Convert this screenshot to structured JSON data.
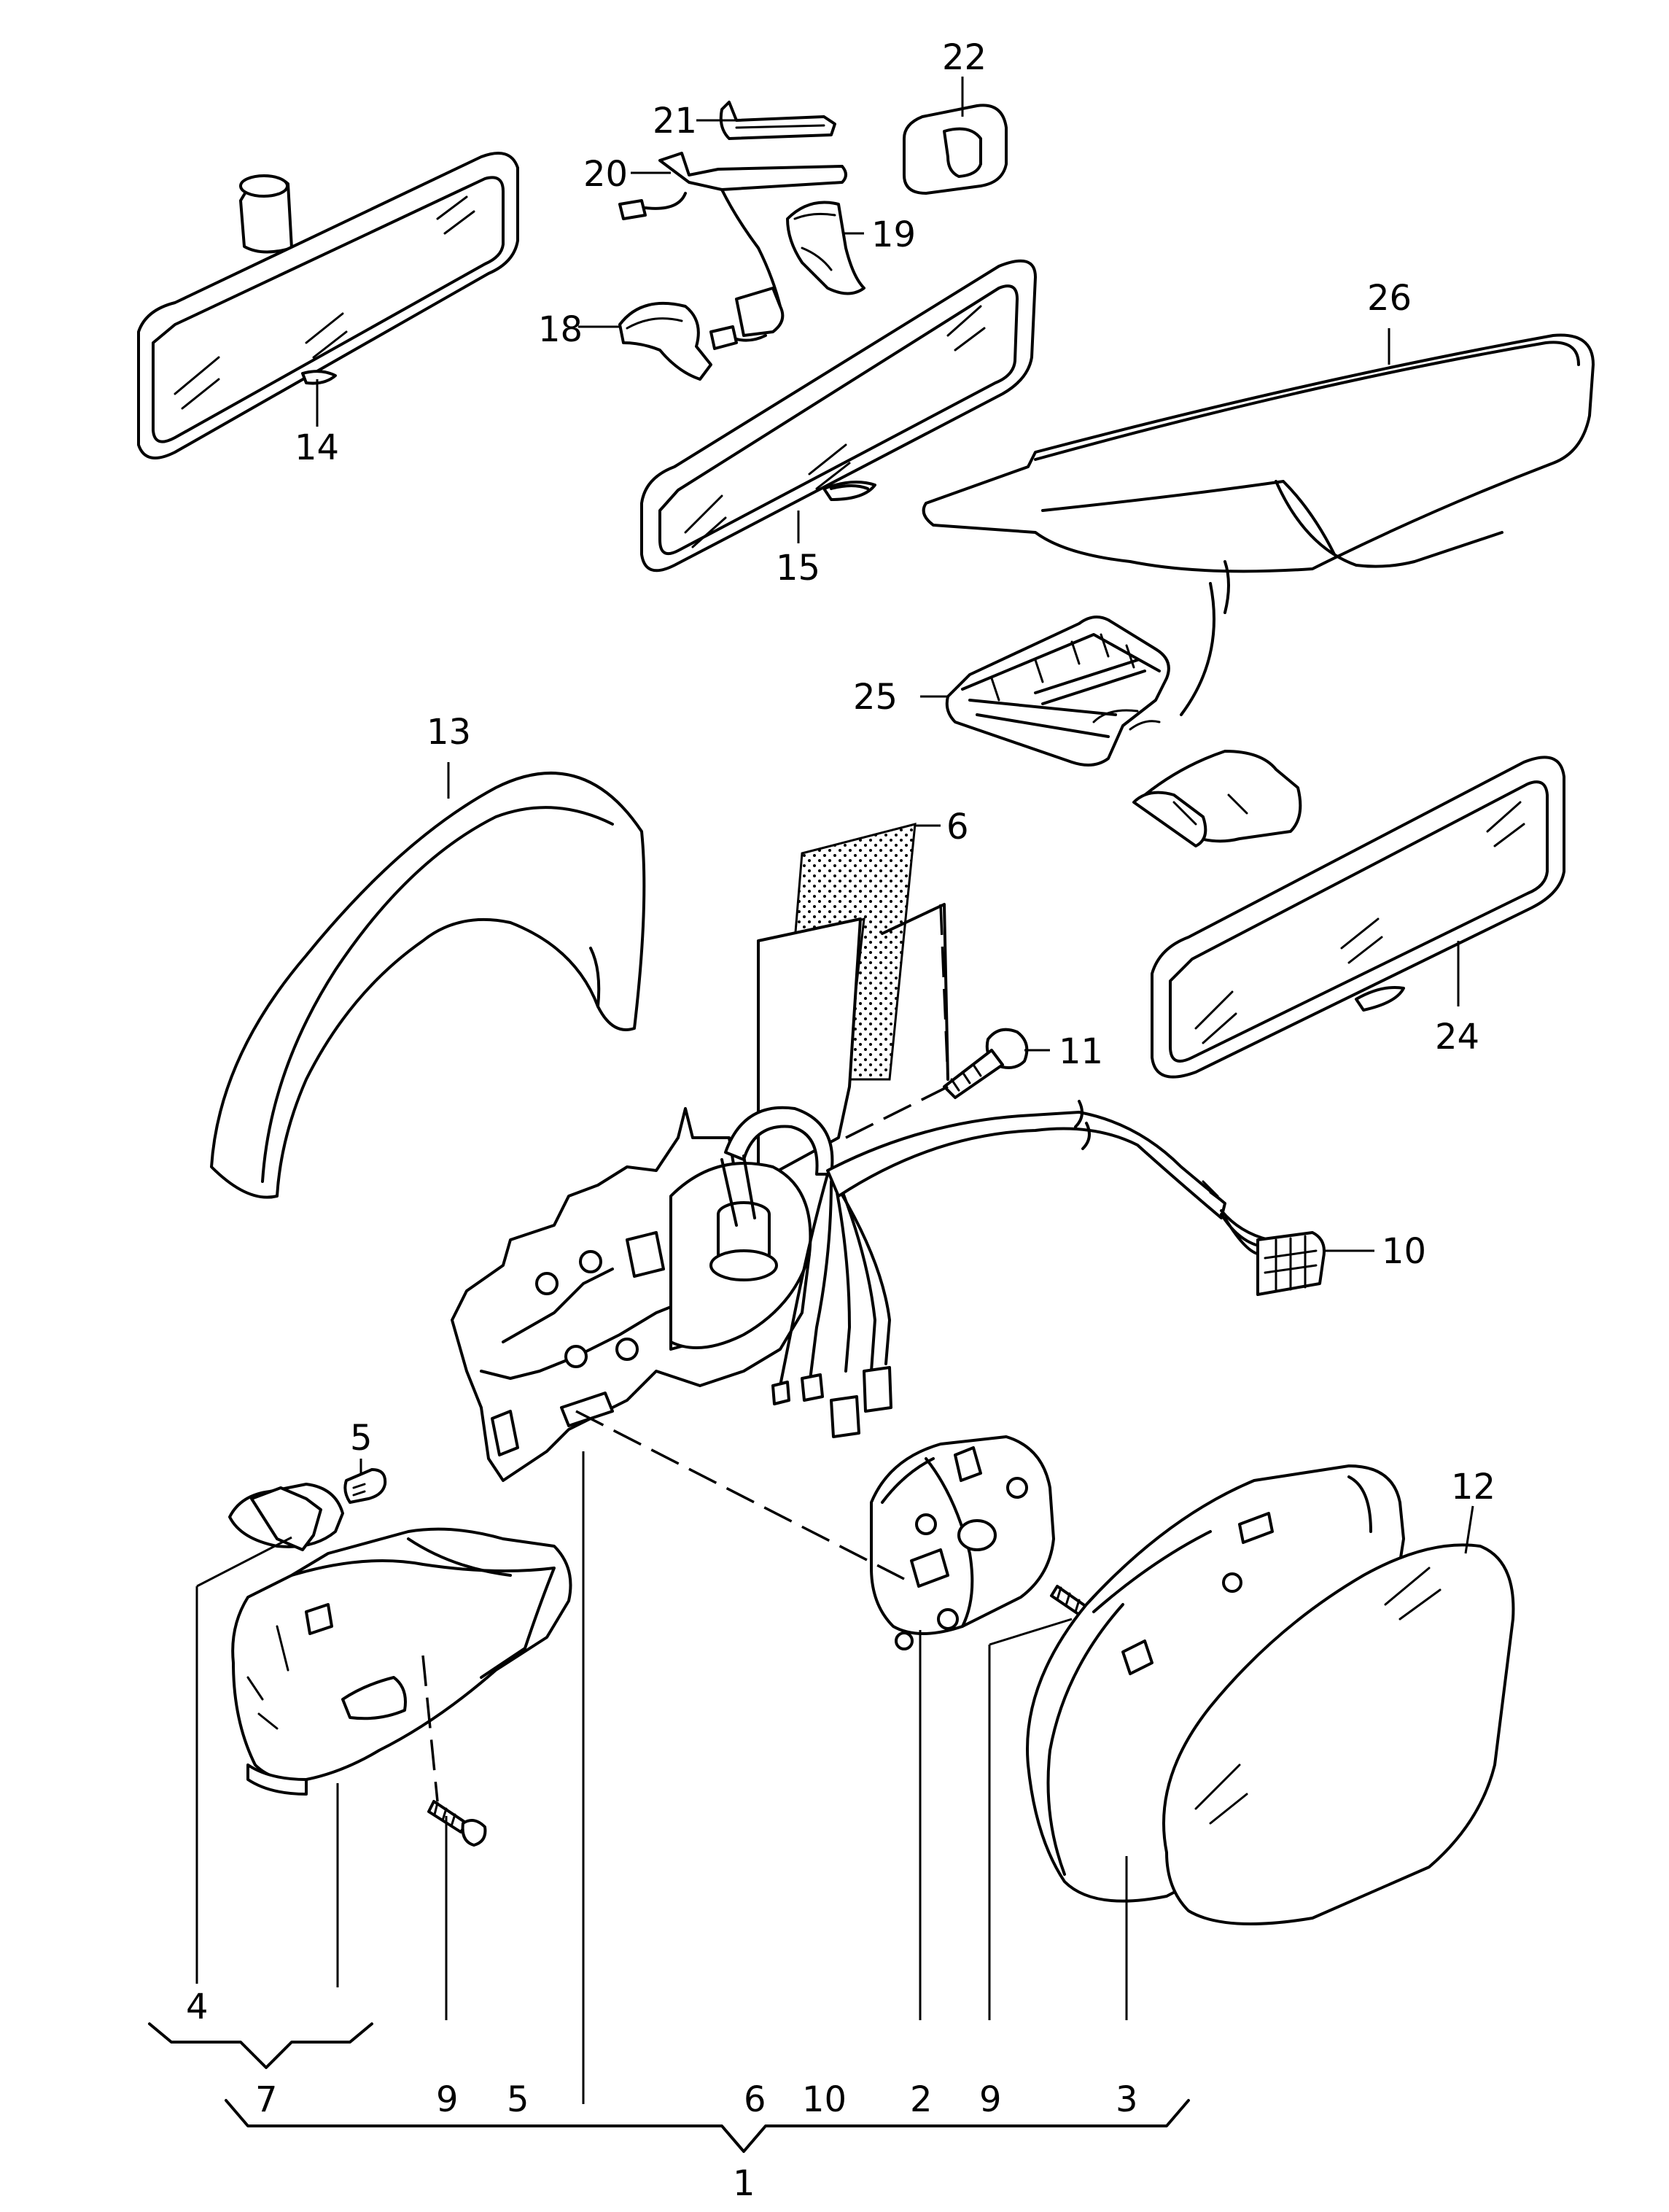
{
  "callouts": {
    "c1": "1",
    "c2": "2",
    "c3": "3",
    "c4": "4",
    "c5": "5",
    "c6": "6",
    "c7": "7",
    "c9": "9",
    "c10": "10",
    "c11": "11",
    "c12": "12",
    "c13": "13",
    "c14": "14",
    "c15": "15",
    "c18": "18",
    "c19": "19",
    "c20": "20",
    "c21": "21",
    "c22": "22",
    "c24": "24",
    "c25": "25",
    "c26": "26"
  },
  "bracket_row": {
    "b7": "7",
    "b9a": "9",
    "b5": "5",
    "b6": "6",
    "b10": "10",
    "b2": "2",
    "b9b": "9",
    "b3": "3",
    "b4": "4",
    "b1": "1"
  },
  "colors": {
    "line": "#000000",
    "background": "#ffffff"
  }
}
